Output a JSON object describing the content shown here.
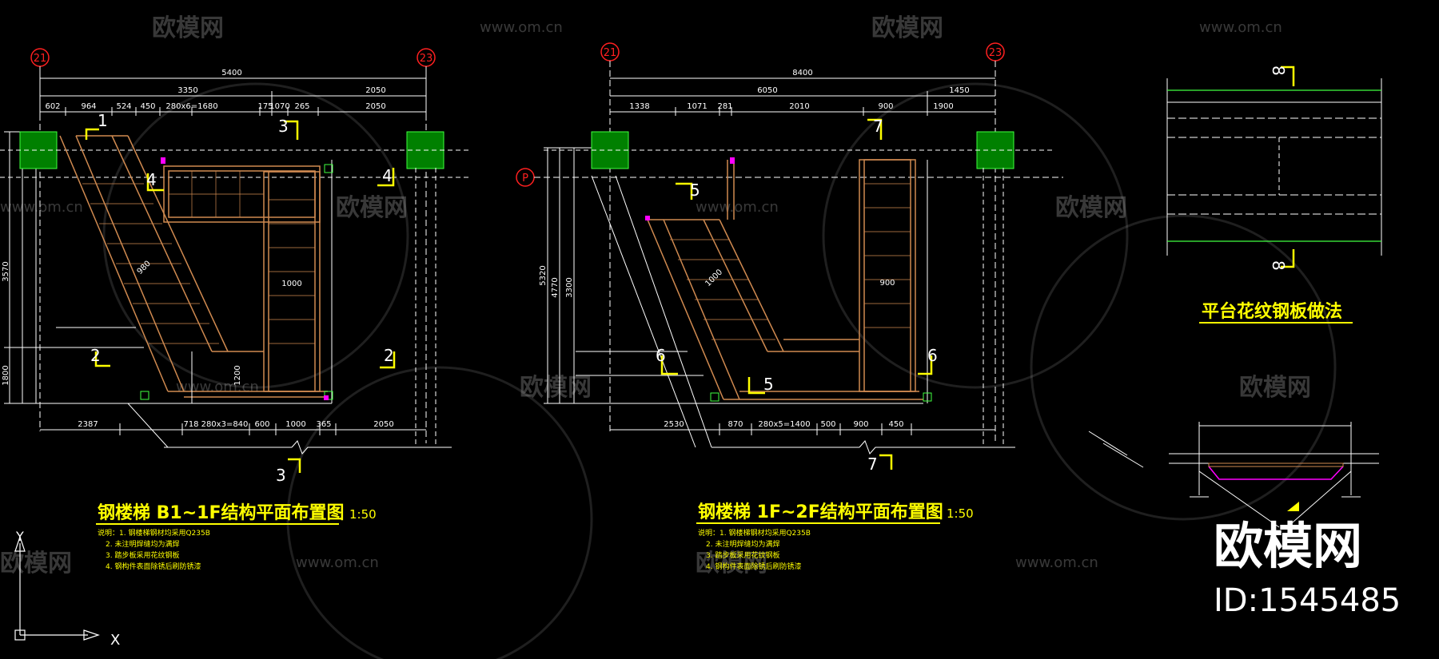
{
  "drawing1": {
    "title": "钢楼梯 B1~1F结构平面布置图",
    "scale": "1:50",
    "axis_left": "21",
    "axis_right": "23",
    "dims_top_overall": "5400",
    "dims_top_sub": [
      "3350",
      "2050"
    ],
    "dims_top_detail": [
      "602",
      "964",
      "524",
      "450",
      "280x6=1680",
      "175",
      "1070",
      "265",
      "2050"
    ],
    "dims_bottom": [
      "2387",
      "718",
      "280x3=840",
      "600",
      "1000",
      "365",
      "2050"
    ],
    "dims_left": [
      "3570",
      "1800"
    ],
    "section_marks": [
      "1",
      "3",
      "4",
      "4",
      "2",
      "2",
      "3"
    ],
    "inner_dims": [
      "980",
      "1000",
      "1200"
    ],
    "notes": [
      "说明：1. 钢楼梯钢材均采用Q235B",
      "2. 未注明焊缝均为满焊",
      "3. 踏步板采用花纹钢板",
      "4. 钢构件表面除锈后刷防锈漆"
    ]
  },
  "drawing2": {
    "title": "钢楼梯 1F~2F结构平面布置图",
    "scale": "1:50",
    "axis_left": "21",
    "axis_right": "23",
    "axis_row": "P",
    "dims_top_overall": "8400",
    "dims_top_sub": [
      "6050",
      "1450"
    ],
    "dims_top_detail": [
      "1338",
      "1071",
      "281",
      "2010",
      "900",
      "1900"
    ],
    "dims_bottom": [
      "2530",
      "870",
      "280x5=1400",
      "500",
      "900",
      "450"
    ],
    "dims_left": [
      "5320",
      "4770",
      "3300"
    ],
    "section_marks": [
      "7",
      "5",
      "6",
      "6",
      "5",
      "7"
    ],
    "inner_dims": [
      "1000",
      "900"
    ],
    "notes": [
      "说明：1. 钢楼梯钢材均采用Q235B",
      "2. 未注明焊缝均为满焊",
      "3. 踏步板采用花纹钢板",
      "4. 钢构件表面除锈后刷防锈漆"
    ]
  },
  "detail": {
    "title": "平台花纹钢板做法",
    "section_mark": "8"
  },
  "watermark": {
    "brand": "欧模网",
    "url": "www.om.cn",
    "id_label": "ID:1545485"
  },
  "ucs": {
    "x": "X",
    "y": "Y"
  },
  "colors": {
    "background": "#000000",
    "title": "#ffff00",
    "dimension": "#ffffff",
    "column": "#008000",
    "stair": "#d08a50",
    "axis_bubble": "#ff2020",
    "magenta": "#ff00ff"
  }
}
